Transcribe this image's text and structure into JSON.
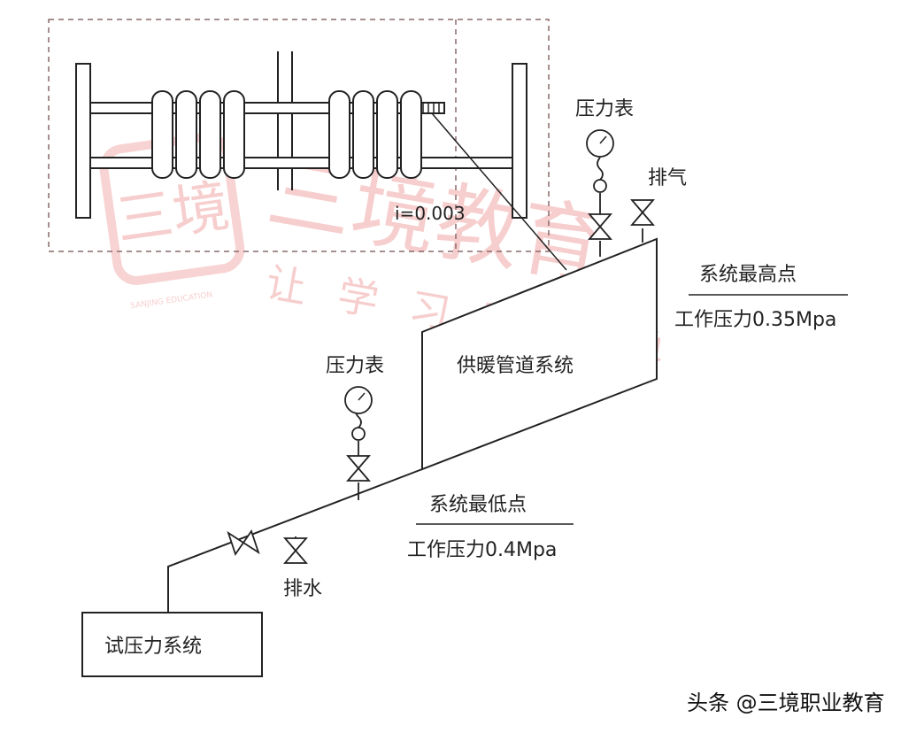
{
  "labels": {
    "gauge_top": "压力表",
    "vent": "排气",
    "slope": "i=0.003",
    "highest_point": "系统最高点",
    "high_pressure": "工作压力0.35Mpa",
    "heating_system": "供暖管道系统",
    "gauge_bottom": "压力表",
    "lowest_point": "系统最低点",
    "low_pressure": "工作压力0.4Mpa",
    "drain": "排水",
    "test_system": "试压力系统"
  },
  "watermark": {
    "logo_text": "三境",
    "brand": "三境教育",
    "slogan": "让学习更简单",
    "brand_latin": "SANJING EDUCATION"
  },
  "credit": "头条 @三境职业教育",
  "colors": {
    "line": "#222222",
    "dash": "#8a6a6a",
    "watermark": "#f2a7a7"
  }
}
